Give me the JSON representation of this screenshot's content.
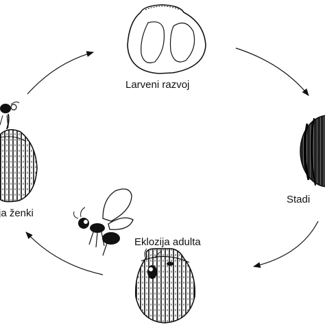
{
  "diagram": {
    "labels": {
      "larval": "Larveni razvoj",
      "stage_right": "Stadi",
      "females": "ja ženki",
      "eclosion": "Eklozija adulta"
    },
    "colors": {
      "ink": "#111111",
      "background": "#ffffff"
    }
  }
}
